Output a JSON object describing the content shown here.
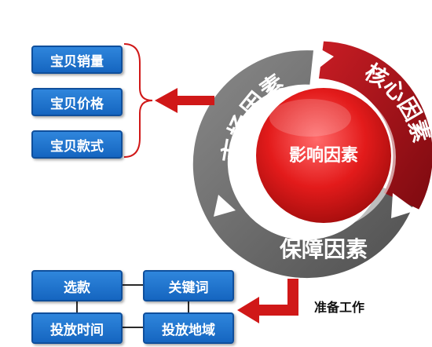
{
  "diagram": {
    "center_label": "影响因素",
    "ring": {
      "market": "市场因素",
      "core": "核心因素",
      "guarantee": "保障因素"
    },
    "factor_boxes": [
      "宝贝销量",
      "宝贝价格",
      "宝贝款式"
    ],
    "prep_boxes": {
      "select": "选款",
      "keyword": "关键词",
      "time": "投放时间",
      "region": "投放地域"
    },
    "prep_caption": "准备工作",
    "colors": {
      "box_blue": "#1e6fd0",
      "ring_grey": "#6b6b6b",
      "ring_red": "#a3121a",
      "arrow_red": "#d01818"
    }
  }
}
